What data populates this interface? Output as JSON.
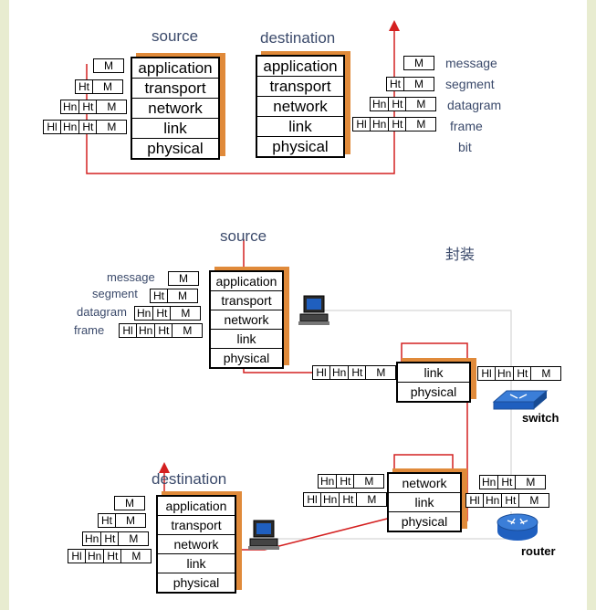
{
  "layers": [
    "application",
    "transport",
    "network",
    "link",
    "physical"
  ],
  "pkt": {
    "m": "M",
    "ht": "Ht",
    "hn": "Hn",
    "hl": "Hl"
  },
  "top": {
    "source_title": "source",
    "dest_title": "destination",
    "labels": [
      "message",
      "segment",
      "datagram",
      "frame",
      "bit"
    ]
  },
  "bottom": {
    "source_title": "source",
    "dest_title": "destination",
    "chinese_title": "封装",
    "labels": [
      "message",
      "segment",
      "datagram",
      "frame"
    ],
    "switch_layers": [
      "link",
      "physical"
    ],
    "router_layers": [
      "network",
      "link",
      "physical"
    ],
    "switch_label": "switch",
    "router_label": "router"
  },
  "colors": {
    "stack_shadow": "#e08a3a",
    "path": "#d42020",
    "label_text": "#3b4a6b",
    "device": "#1f5fbf"
  }
}
